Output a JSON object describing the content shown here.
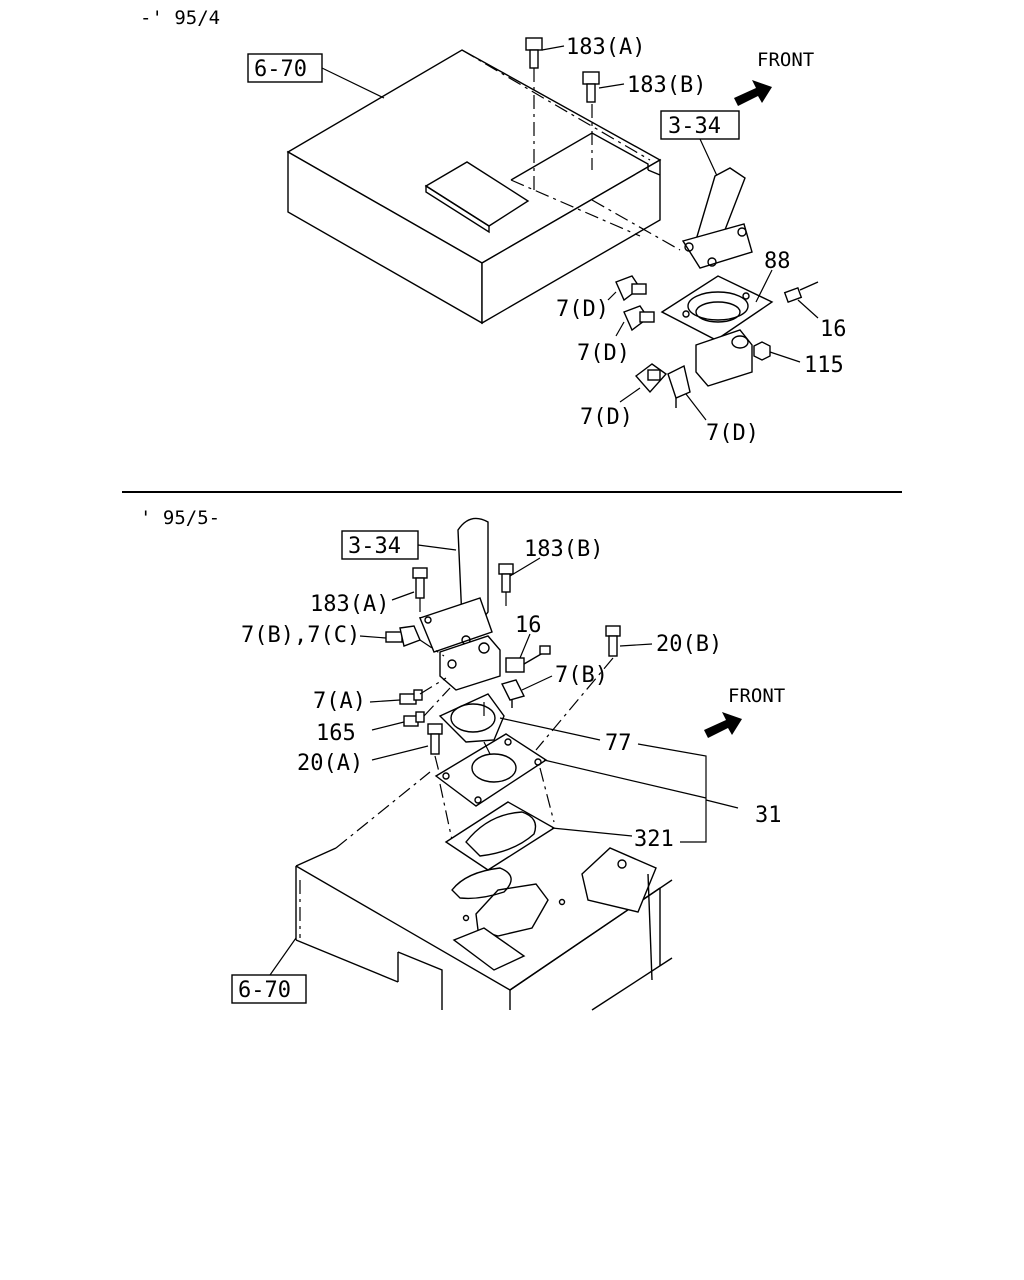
{
  "upper_section": {
    "period_label": "-' 95/4",
    "front_label": "FRONT",
    "ref_6_70": "6-70",
    "ref_3_34": "3-34",
    "part_183A": "183(A)",
    "part_183B": "183(B)",
    "part_88": "88",
    "part_16": "16",
    "part_115": "115",
    "part_7D_1": "7(D)",
    "part_7D_2": "7(D)",
    "part_7D_3": "7(D)",
    "part_7D_4": "7(D)"
  },
  "lower_section": {
    "period_label": "' 95/5-",
    "front_label": "FRONT",
    "ref_3_34": "3-34",
    "ref_6_70": "6-70",
    "part_183B": "183(B)",
    "part_183A": "183(A)",
    "part_7B_7C": "7(B),7(C)",
    "part_16": "16",
    "part_20B": "20(B)",
    "part_7B": "7(B)",
    "part_7A": "7(A)",
    "part_165": "165",
    "part_20A": "20(A)",
    "part_77": "77",
    "part_31": "31",
    "part_321": "321"
  }
}
